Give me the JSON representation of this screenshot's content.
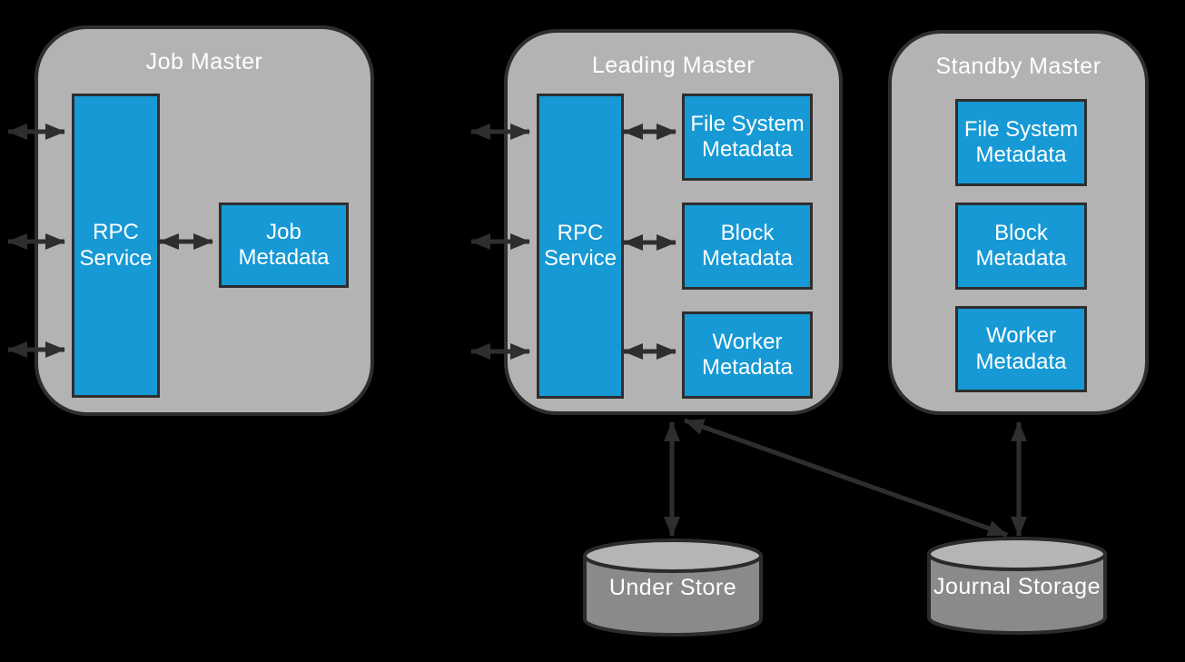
{
  "colors": {
    "background": "#000000",
    "container_fill": "#b3b3b3",
    "box_fill": "#1699d5",
    "outline": "#2e2e2e",
    "arrow": "#2e2e2e",
    "cylinder_fill": "#8a8a8a",
    "cylinder_top_fill": "#b5b5b5",
    "text": "#ffffff"
  },
  "masters": [
    {
      "title": "Job Master",
      "rpc_label": "RPC Service",
      "metadata": [
        {
          "label": "Job Metadata"
        }
      ]
    },
    {
      "title": "Leading Master",
      "rpc_label": "RPC Service",
      "metadata": [
        {
          "label": "File System Metadata"
        },
        {
          "label": "Block Metadata"
        },
        {
          "label": "Worker Metadata"
        }
      ]
    },
    {
      "title": "Standby Master",
      "metadata": [
        {
          "label": "File System Metadata"
        },
        {
          "label": "Block Metadata"
        },
        {
          "label": "Worker Metadata"
        }
      ]
    }
  ],
  "storages": [
    {
      "label": "Under Store"
    },
    {
      "label": "Journal Storage"
    }
  ],
  "connections": [
    {
      "from": "external clients",
      "to": "Job Master RPC Service",
      "bidirectional": true,
      "count": 3
    },
    {
      "from": "Job Master RPC Service",
      "to": "Job Metadata",
      "bidirectional": true
    },
    {
      "from": "external clients",
      "to": "Leading Master RPC Service",
      "bidirectional": true,
      "count": 3
    },
    {
      "from": "Leading Master RPC Service",
      "to": "File System Metadata",
      "bidirectional": true
    },
    {
      "from": "Leading Master RPC Service",
      "to": "Block Metadata",
      "bidirectional": true
    },
    {
      "from": "Leading Master RPC Service",
      "to": "Worker Metadata",
      "bidirectional": true
    },
    {
      "from": "Leading Master",
      "to": "Under Store",
      "bidirectional": true
    },
    {
      "from": "Leading Master",
      "to": "Journal Storage",
      "bidirectional": true
    },
    {
      "from": "Standby Master",
      "to": "Journal Storage",
      "bidirectional": true
    }
  ]
}
